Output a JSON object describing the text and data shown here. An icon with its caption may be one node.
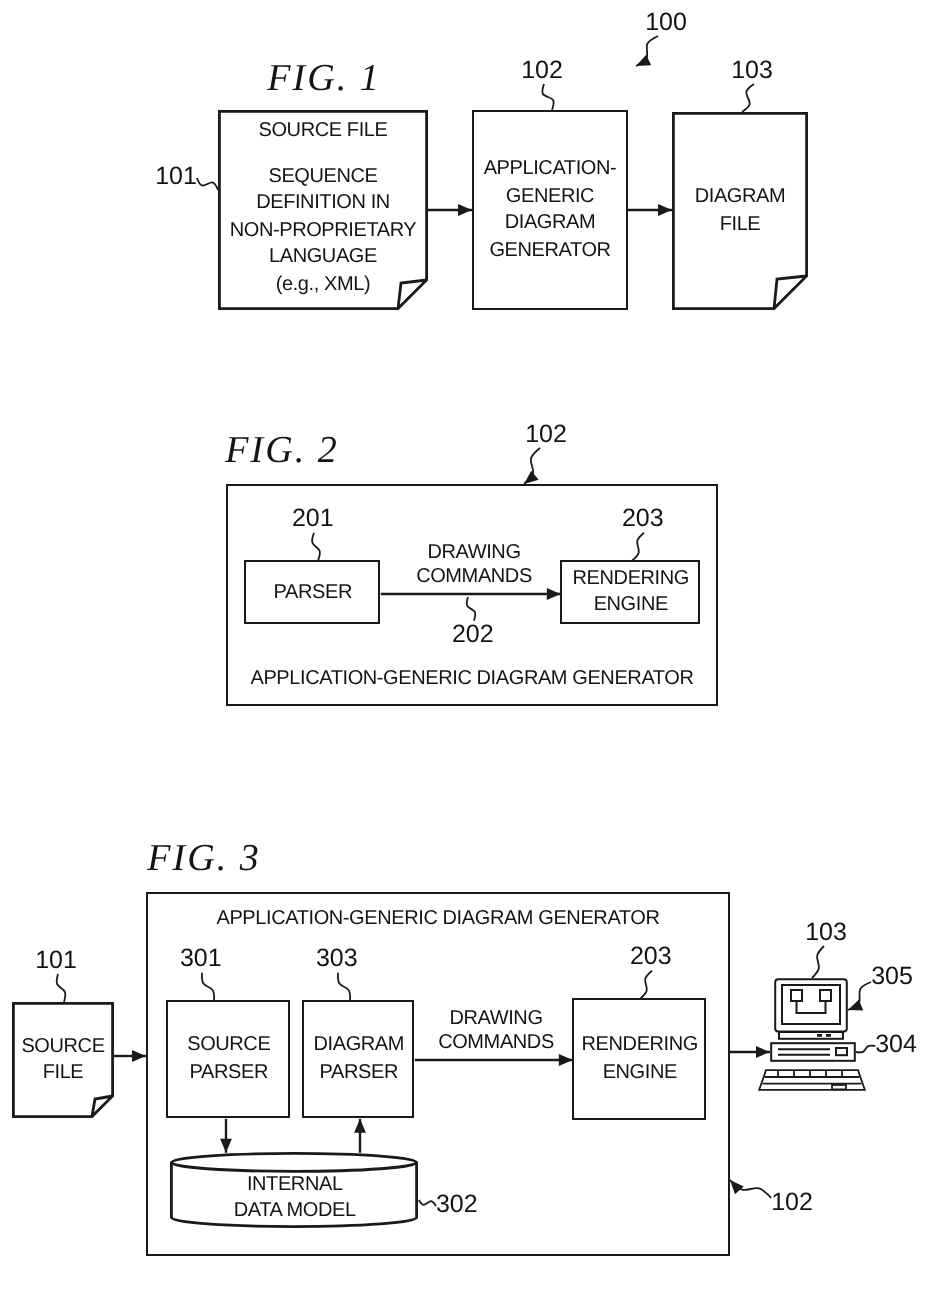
{
  "diagram": {
    "nodes": [
      {
        "text": [
          "100"
        ]
      },
      {
        "text": [
          "102"
        ]
      },
      {
        "text": [
          "103"
        ]
      },
      {
        "text": [
          "101"
        ]
      },
      {
        "text": [
          "SOURCE FILE",
          "SEQUENCE DEFINITION IN NON-PROPRIETARY LANGUAGE (e.g., XML)"
        ]
      },
      {
        "text": [
          "APPLICATION-GENERIC DIAGRAM GENERATOR"
        ]
      },
      {
        "text": [
          "DIAGRAM FILE"
        ]
      },
      {
        "text": [
          "102"
        ]
      },
      {
        "text": [
          "APPLICATION-GENERIC DIAGRAM GENERATOR"
        ]
      },
      {
        "text": [
          "201"
        ],
        "in": 8
      },
      {
        "text": [
          "203"
        ],
        "in": 8
      },
      {
        "text": [
          "PARSER"
        ],
        "in": 8
      },
      {
        "text": [
          "RENDERING ENGINE"
        ],
        "in": 8
      },
      {
        "text": [
          "202"
        ],
        "in": 8
      },
      {
        "text": [
          "101"
        ]
      },
      {
        "text": [
          "SOURCE FILE"
        ]
      },
      {
        "text": [
          "APPLICATION-GENERIC DIAGRAM GENERATOR"
        ]
      },
      {
        "text": [
          "301"
        ],
        "in": 16
      },
      {
        "text": [
          "303"
        ],
        "in": 16
      },
      {
        "text": [
          "203"
        ],
        "in": 16
      },
      {
        "text": [
          "SOURCE PARSER"
        ],
        "in": 16
      },
      {
        "text": [
          "DIAGRAM PARSER"
        ],
        "in": 16
      },
      {
        "text": [
          "RENDERING ENGINE"
        ],
        "in": 16
      },
      {
        "text": [
          "INTERNAL DATA MODEL"
        ],
        "in": 16
      },
      {
        "text": [
          "302"
        ],
        "in": 16
      },
      {
        "text": [
          "103"
        ]
      },
      {
        "text": [
          "305"
        ]
      },
      {
        "text": [],
        "shape": "picture"
      },
      {
        "text": [],
        "shape": "picture"
      },
      {
        "text": [
          "304"
        ]
      },
      {
        "text": [
          "102"
        ]
      }
    ],
    "edges": [
      {
        "from": 0,
        "to": null,
        "arrow": "to"
      },
      {
        "from": 3,
        "to": 4,
        "arrow": "none"
      },
      {
        "from": 1,
        "to": 5,
        "arrow": "none"
      },
      {
        "from": 2,
        "to": 6,
        "arrow": "none"
      },
      {
        "from": 4,
        "to": 5,
        "arrow": "to"
      },
      {
        "from": 5,
        "to": 6,
        "arrow": "to"
      },
      {
        "from": 7,
        "to": 8,
        "arrow": "to"
      },
      {
        "from": 9,
        "to": 11,
        "arrow": "none"
      },
      {
        "from": 10,
        "to": 12,
        "arrow": "none"
      },
      {
        "from": 11,
        "to": 12,
        "arrow": "to",
        "label": "DRAWING COMMANDS"
      },
      {
        "from": 13,
        "to": null,
        "arrow": "none"
      },
      {
        "from": 14,
        "to": 15,
        "arrow": "none"
      },
      {
        "from": 15,
        "to": 16,
        "arrow": "to"
      },
      {
        "from": 17,
        "to": 20,
        "arrow": "none"
      },
      {
        "from": 18,
        "to": 21,
        "arrow": "none"
      },
      {
        "from": 19,
        "to": 22,
        "arrow": "none"
      },
      {
        "from": 21,
        "to": 22,
        "arrow": "to",
        "label": "DRAWING COMMANDS"
      },
      {
        "from": 20,
        "to": 23,
        "arrow": "to"
      },
      {
        "from": 23,
        "to": 21,
        "arrow": "to"
      },
      {
        "from": 24,
        "to": 23,
        "arrow": "none"
      },
      {
        "from": 16,
        "to": 28,
        "arrow": "to"
      },
      {
        "from": 25,
        "to": 27,
        "arrow": "none"
      },
      {
        "from": 26,
        "to": 27,
        "arrow": "to"
      },
      {
        "from": 29,
        "to": 28,
        "arrow": "none"
      },
      {
        "from": 30,
        "to": 16,
        "arrow": "to"
      }
    ],
    "labels": [
      "FIG. 1",
      "FIG. 2",
      "FIG. 3"
    ]
  }
}
